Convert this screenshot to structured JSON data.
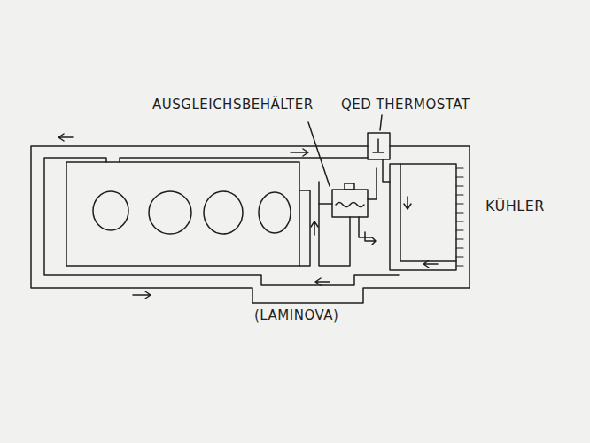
{
  "diagram": {
    "labels": [
      "AUSGLEICHSBEHÄLTER",
      "QED THERMOSTAT",
      "KÜHLER",
      "(LAMINOVA)"
    ]
  }
}
